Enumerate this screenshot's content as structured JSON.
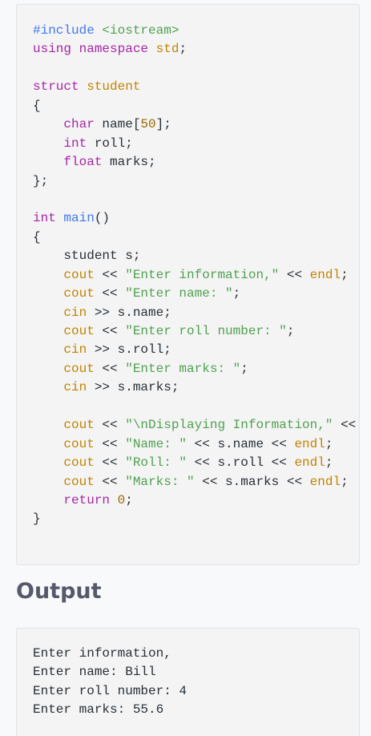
{
  "code": {
    "lines": [
      [
        {
          "t": "#include ",
          "c": "pp"
        },
        {
          "t": "<iostream>",
          "c": "str"
        }
      ],
      [
        {
          "t": "using ",
          "c": "kw"
        },
        {
          "t": "namespace ",
          "c": "kw"
        },
        {
          "t": "std",
          "c": "typ"
        },
        {
          "t": ";",
          "c": ""
        }
      ],
      [],
      [
        {
          "t": "struct ",
          "c": "kw"
        },
        {
          "t": "student",
          "c": "typ"
        }
      ],
      [
        {
          "t": "{",
          "c": ""
        }
      ],
      [
        {
          "t": "    ",
          "c": ""
        },
        {
          "t": "char",
          "c": "kw"
        },
        {
          "t": " name[",
          "c": ""
        },
        {
          "t": "50",
          "c": "num"
        },
        {
          "t": "];",
          "c": ""
        }
      ],
      [
        {
          "t": "    ",
          "c": ""
        },
        {
          "t": "int",
          "c": "kw"
        },
        {
          "t": " roll;",
          "c": ""
        }
      ],
      [
        {
          "t": "    ",
          "c": ""
        },
        {
          "t": "float",
          "c": "kw"
        },
        {
          "t": " marks;",
          "c": ""
        }
      ],
      [
        {
          "t": "};",
          "c": ""
        }
      ],
      [],
      [
        {
          "t": "int ",
          "c": "kw"
        },
        {
          "t": "main",
          "c": "fn"
        },
        {
          "t": "()",
          "c": ""
        }
      ],
      [
        {
          "t": "{",
          "c": ""
        }
      ],
      [
        {
          "t": "    student s;",
          "c": ""
        }
      ],
      [
        {
          "t": "    ",
          "c": ""
        },
        {
          "t": "cout",
          "c": "typ"
        },
        {
          "t": " << ",
          "c": ""
        },
        {
          "t": "\"Enter information,\"",
          "c": "str"
        },
        {
          "t": " << ",
          "c": ""
        },
        {
          "t": "endl",
          "c": "typ"
        },
        {
          "t": ";",
          "c": ""
        }
      ],
      [
        {
          "t": "    ",
          "c": ""
        },
        {
          "t": "cout",
          "c": "typ"
        },
        {
          "t": " << ",
          "c": ""
        },
        {
          "t": "\"Enter name: \"",
          "c": "str"
        },
        {
          "t": ";",
          "c": ""
        }
      ],
      [
        {
          "t": "    ",
          "c": ""
        },
        {
          "t": "cin",
          "c": "typ"
        },
        {
          "t": " >> s.name;",
          "c": ""
        }
      ],
      [
        {
          "t": "    ",
          "c": ""
        },
        {
          "t": "cout",
          "c": "typ"
        },
        {
          "t": " << ",
          "c": ""
        },
        {
          "t": "\"Enter roll number: \"",
          "c": "str"
        },
        {
          "t": ";",
          "c": ""
        }
      ],
      [
        {
          "t": "    ",
          "c": ""
        },
        {
          "t": "cin",
          "c": "typ"
        },
        {
          "t": " >> s.roll;",
          "c": ""
        }
      ],
      [
        {
          "t": "    ",
          "c": ""
        },
        {
          "t": "cout",
          "c": "typ"
        },
        {
          "t": " << ",
          "c": ""
        },
        {
          "t": "\"Enter marks: \"",
          "c": "str"
        },
        {
          "t": ";",
          "c": ""
        }
      ],
      [
        {
          "t": "    ",
          "c": ""
        },
        {
          "t": "cin",
          "c": "typ"
        },
        {
          "t": " >> s.marks;",
          "c": ""
        }
      ],
      [],
      [
        {
          "t": "    ",
          "c": ""
        },
        {
          "t": "cout",
          "c": "typ"
        },
        {
          "t": " << ",
          "c": ""
        },
        {
          "t": "\"\\nDisplaying Information,\"",
          "c": "str"
        },
        {
          "t": " <<",
          "c": ""
        }
      ],
      [
        {
          "t": "    ",
          "c": ""
        },
        {
          "t": "cout",
          "c": "typ"
        },
        {
          "t": " << ",
          "c": ""
        },
        {
          "t": "\"Name: \"",
          "c": "str"
        },
        {
          "t": " << s.name << ",
          "c": ""
        },
        {
          "t": "endl",
          "c": "typ"
        },
        {
          "t": ";",
          "c": ""
        }
      ],
      [
        {
          "t": "    ",
          "c": ""
        },
        {
          "t": "cout",
          "c": "typ"
        },
        {
          "t": " << ",
          "c": ""
        },
        {
          "t": "\"Roll: \"",
          "c": "str"
        },
        {
          "t": " << s.roll << ",
          "c": ""
        },
        {
          "t": "endl",
          "c": "typ"
        },
        {
          "t": ";",
          "c": ""
        }
      ],
      [
        {
          "t": "    ",
          "c": ""
        },
        {
          "t": "cout",
          "c": "typ"
        },
        {
          "t": " << ",
          "c": ""
        },
        {
          "t": "\"Marks: \"",
          "c": "str"
        },
        {
          "t": " << s.marks << ",
          "c": ""
        },
        {
          "t": "endl",
          "c": "typ"
        },
        {
          "t": ";",
          "c": ""
        }
      ],
      [
        {
          "t": "    ",
          "c": ""
        },
        {
          "t": "return ",
          "c": "kw"
        },
        {
          "t": "0",
          "c": "num"
        },
        {
          "t": ";",
          "c": ""
        }
      ],
      [
        {
          "t": "}",
          "c": ""
        }
      ]
    ]
  },
  "output_heading": "Output",
  "output": {
    "lines": [
      "Enter information,",
      "Enter name: Bill",
      "Enter roll number: 4",
      "Enter marks: 55.6"
    ]
  }
}
